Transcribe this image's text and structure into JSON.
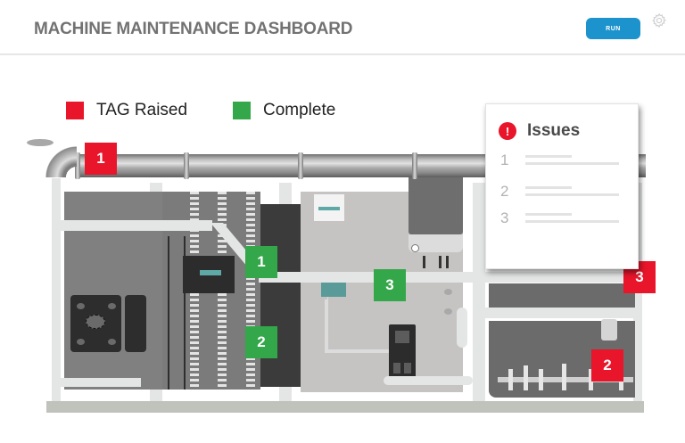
{
  "header": {
    "title": "MACHINE MAINTENANCE DASHBOARD",
    "run_label": "RUN",
    "settings_icon": "gear-icon"
  },
  "legend": [
    {
      "label": "TAG Raised",
      "color": "#e8152b"
    },
    {
      "label": "Complete",
      "color": "#34a74a"
    }
  ],
  "colors": {
    "tag_raised": "#e8152b",
    "complete": "#34a74a",
    "accent": "#1c93cc"
  },
  "tags": {
    "red": [
      {
        "label": "1"
      },
      {
        "label": "2"
      },
      {
        "label": "3"
      }
    ],
    "green": [
      {
        "label": "1"
      },
      {
        "label": "2"
      },
      {
        "label": "3"
      }
    ]
  },
  "issues_panel": {
    "icon": "alert-icon",
    "icon_glyph": "!",
    "title": "Issues",
    "items": [
      {
        "number": "1"
      },
      {
        "number": "2"
      },
      {
        "number": "3"
      }
    ]
  }
}
